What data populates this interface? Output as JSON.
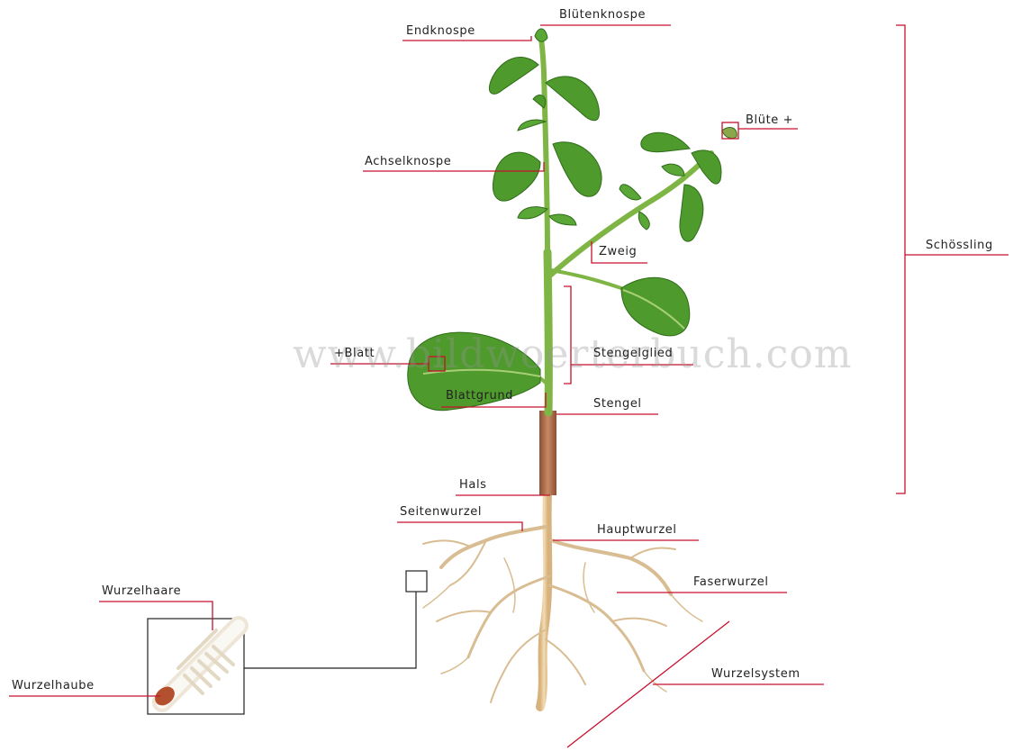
{
  "watermark": "www.bildwoerterbuch.com",
  "colors": {
    "label_line": "#c8102e",
    "leaf": "#4f9a2c",
    "leaf_light": "#b9d98a",
    "stem": "#79b03e",
    "stem_lower": "#a86a4a",
    "root": "#e6c99a",
    "root_line": "#d2b181",
    "root_cap": "#b04a2a"
  },
  "labels": {
    "endknospe": "Endknospe",
    "bluetenknospe": "Blütenknospe",
    "bluete": "Blüte +",
    "achselknospe": "Achselknospe",
    "zweig": "Zweig",
    "schoessling": "Schössling",
    "blatt": "+Blatt",
    "stengelglied": "Stengelglied",
    "blattgrund": "Blattgrund",
    "stengel": "Stengel",
    "hals": "Hals",
    "seitenwurzel": "Seitenwurzel",
    "hauptwurzel": "Hauptwurzel",
    "faserwurzel": "Faserwurzel",
    "wurzelhaare": "Wurzelhaare",
    "wurzelhaube": "Wurzelhaube",
    "wurzelsystem": "Wurzelsystem"
  }
}
